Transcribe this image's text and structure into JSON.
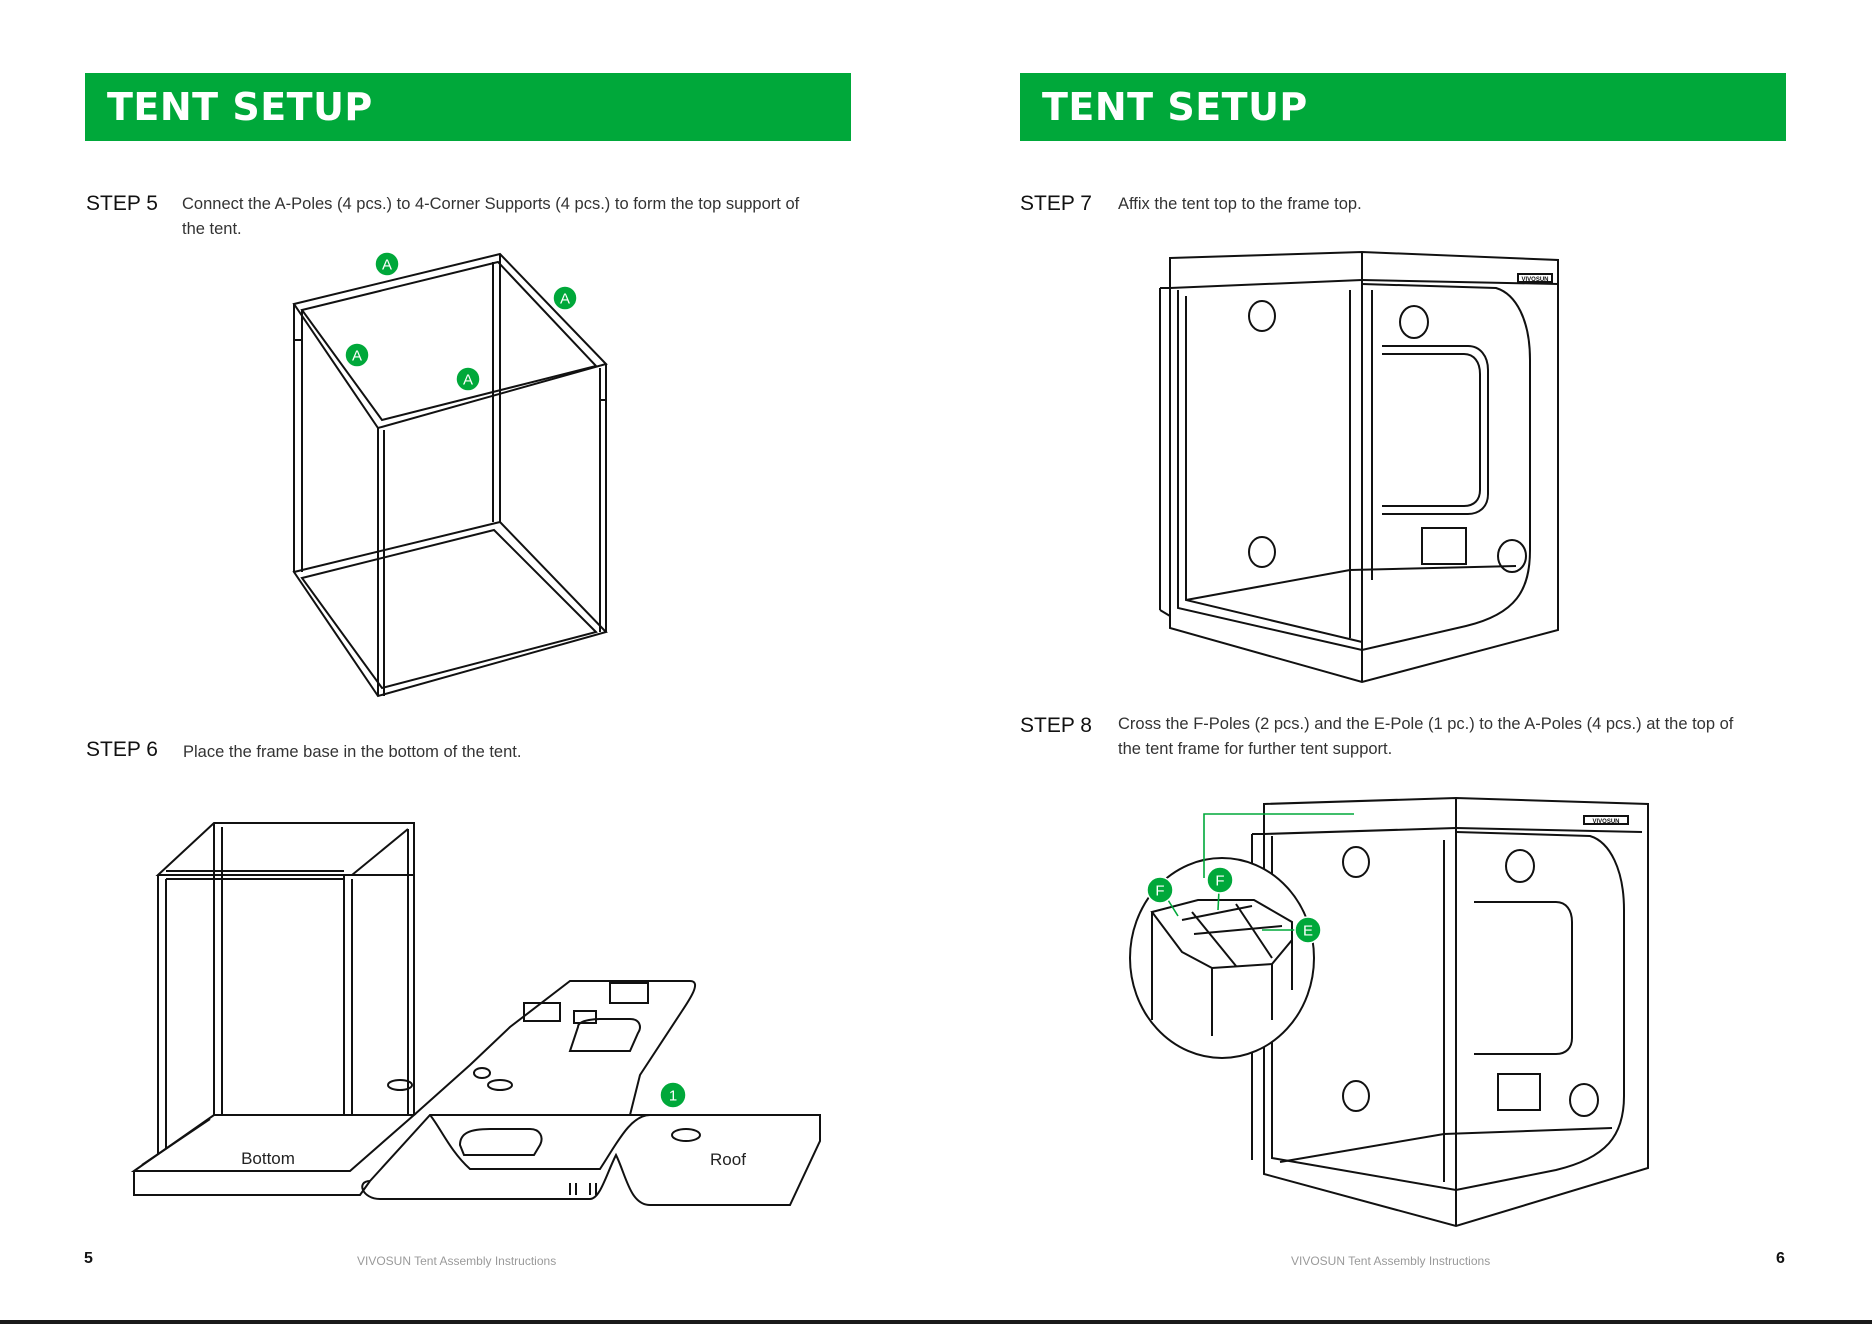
{
  "pages": [
    {
      "title": "TENT SETUP",
      "steps": [
        {
          "label": "STEP 5",
          "text": "Connect the A-Poles (4 pcs.) to 4-Corner Supports (4 pcs.) to form the top support of the tent."
        },
        {
          "label": "STEP 6",
          "text": "Place the frame base in the bottom of the tent."
        }
      ],
      "page_number": "5",
      "footer": "VIVOSUN Tent Assembly Instructions"
    },
    {
      "title": "TENT SETUP",
      "steps": [
        {
          "label": "STEP 7",
          "text": "Affix the tent top to the frame top."
        },
        {
          "label": "STEP 8",
          "text": "Cross the F-Poles (2 pcs.) and the E-Pole (1 pc.) to the A-Poles (4 pcs.) at the top of the tent frame for further tent support."
        }
      ],
      "page_number": "6",
      "footer": "VIVOSUN Tent Assembly Instructions"
    }
  ],
  "figures": {
    "step5_markers": [
      "A",
      "A",
      "A",
      "A"
    ],
    "step6_labels": {
      "bottom": "Bottom",
      "roof": "Roof",
      "marker": "1"
    },
    "brand_logo": "VIVOSUN",
    "step8_markers": {
      "f1": "F",
      "f2": "F",
      "e": "E"
    }
  },
  "colors": {
    "accent": "#00a83a",
    "text": "#1a1a1a",
    "footer": "#9a9a9a"
  }
}
